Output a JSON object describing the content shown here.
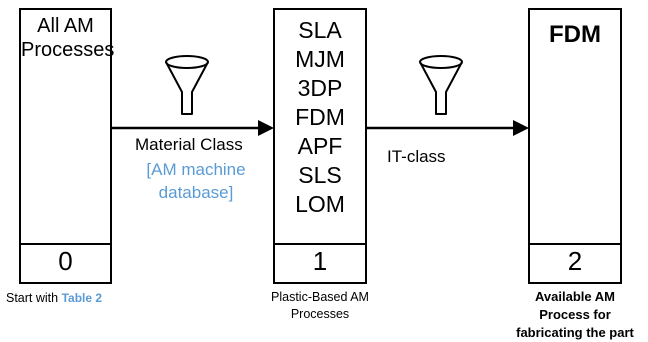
{
  "boxes": [
    {
      "header_lines": [
        "All AM",
        "Processes"
      ],
      "number": "0"
    },
    {
      "items": [
        "SLA",
        "MJM",
        "3DP",
        "FDM",
        "APF",
        "SLS",
        "LOM"
      ],
      "number": "1"
    },
    {
      "header": "FDM",
      "number": "2"
    }
  ],
  "arrow1": {
    "label": "Material Class",
    "source_line1": "[AM machine",
    "source_line2": "database]"
  },
  "arrow2": {
    "label": "IT-class"
  },
  "captions": {
    "start_text": "Start with ",
    "start_link": "Table 2",
    "box1_line1": "Plastic-Based AM",
    "box1_line2": "Processes",
    "box2_line1": "Available AM",
    "box2_line2": "Process for",
    "box2_line3": "fabricating the part"
  },
  "colors": {
    "accent_blue": "#5b9bd5",
    "stroke": "#000000"
  },
  "icons": [
    "funnel-icon",
    "funnel-icon"
  ]
}
